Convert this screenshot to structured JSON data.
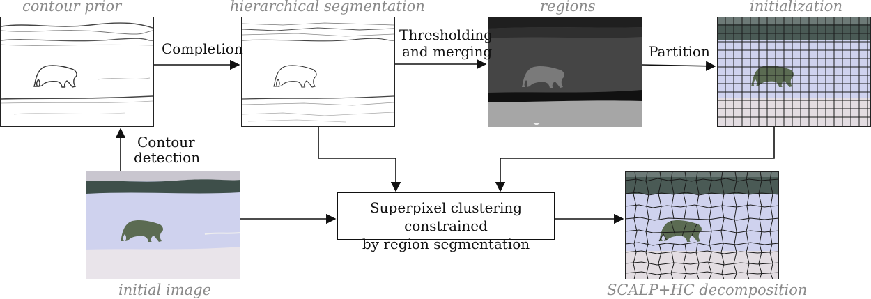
{
  "captions": {
    "contour_prior": "contour prior",
    "hierarchical_segmentation": "hierarchical segmentation",
    "regions": "regions",
    "initialization": "initialization",
    "initial_image": "initial image",
    "decomposition": "SCALP+HC decomposition"
  },
  "edges": {
    "completion": "Completion",
    "thresholding_line1": "Thresholding",
    "thresholding_line2": "and merging",
    "partition": "Partition",
    "contour_line1": "Contour",
    "contour_line2": "detection"
  },
  "center_box": {
    "line1": "Superpixel clustering constrained",
    "line2": "by region segmentation"
  },
  "colors": {
    "ice": "#cfd2ee",
    "ice_light": "#e9e8f2",
    "dark_shore": "#3e4f4a",
    "bear": "#5b6b52",
    "region_dark": "#2a2a2a",
    "region_mid": "#454545",
    "region_light": "#a6a6a6",
    "arrow": "#111111"
  }
}
